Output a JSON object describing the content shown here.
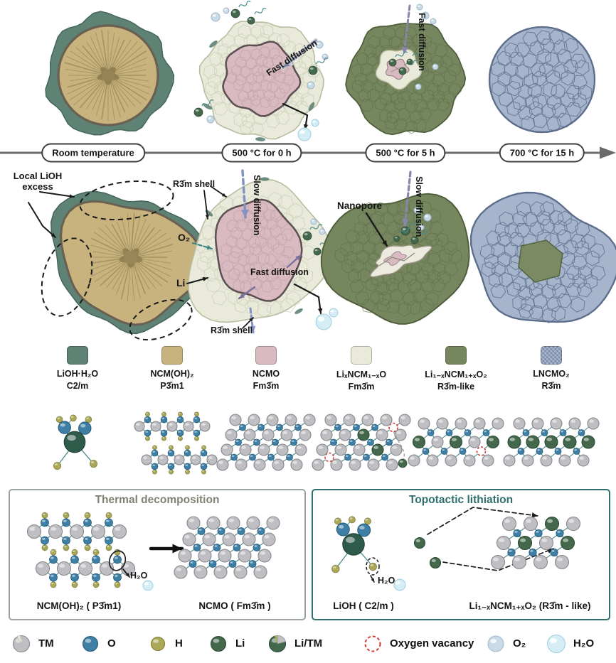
{
  "timeline": {
    "stages": [
      {
        "label": "Room temperature"
      },
      {
        "label": "500 °C for 0 h"
      },
      {
        "label": "500 °C for 5 h"
      },
      {
        "label": "700 °C for 15 h"
      }
    ]
  },
  "annotations": {
    "local_lioh_excess": "Local LiOH\nexcess",
    "fast_diffusion_stage2": "Fast diffusion",
    "fast_diffusion_stage3": "Fast diffusion",
    "r3m_shell_top": "R3̄m shell",
    "o2": "O₂",
    "li": "Li",
    "slow_diffusion_stage2": "Slow diffusion",
    "fast_diffusion_core": "Fast diffusion",
    "r3m_shell_bottom": "R3̄m shell",
    "nanopore": "Nanopore",
    "slow_diffusion_stage3": "Slow diffusion"
  },
  "legend": {
    "items": [
      {
        "name": "LiOH·H₂O",
        "space_group": "C2/m",
        "color": "#5E8274"
      },
      {
        "name": "NCM(OH)₂",
        "space_group": "P3̄m1",
        "color": "#C8B37F"
      },
      {
        "name": "NCMO",
        "space_group": "Fm3̄m",
        "color": "#D9BAC0"
      },
      {
        "name": "LiₓNCM₁₋ₓO",
        "space_group": "Fm3̄m",
        "color": "#E9EADA"
      },
      {
        "name": "Li₁₋ₓNCM₁₊ₓO₂",
        "space_group": "R3̄m-like",
        "color": "#76875F"
      },
      {
        "name": "LNCMO₂",
        "space_group": "R3̄m",
        "color": "#A6B5CC"
      }
    ]
  },
  "panels": {
    "thermal": {
      "title": "Thermal decomposition",
      "h2o_label": "H₂O",
      "reactant_label": "NCM(OH)₂ ( P3̄m1)",
      "product_label": "NCMO ( Fm3̄m )"
    },
    "topotactic": {
      "title": "Topotactic lithiation",
      "h2o_label": "H₂O",
      "reactant_label": "LiOH ( C2/m )",
      "product_label": "Li₁₋ₓNCM₁₊ₓO₂ (R3̄m - like)"
    }
  },
  "atom_legend": {
    "items": [
      {
        "label": "TM"
      },
      {
        "label": "O"
      },
      {
        "label": "H"
      },
      {
        "label": "Li"
      },
      {
        "label": "Li/TM"
      },
      {
        "label": "Oxygen vacancy"
      },
      {
        "label": "O₂"
      },
      {
        "label": "H₂O"
      }
    ]
  },
  "colors": {
    "lioh_h2o": "#5E8274",
    "ncm_oh2": "#C8B37F",
    "ncmo": "#D9BAC0",
    "lix_ncm_o": "#E9EADA",
    "li1x_ncm_o2": "#76875F",
    "lncmo2": "#A6B5CC",
    "tm_gray": "#BFBFC3",
    "o_blue": "#3E7FA6",
    "h_olive": "#ABA958",
    "li_green": "#44684C",
    "molecule_green": "#2F5B4B",
    "bond_teal": "#4E8B8C",
    "vacancy_red": "#D03A30",
    "o2_bubble": "#C9DBE7",
    "h2o_droplet": "#D5EDF5",
    "panel_thermal_border": "#9BA5A0",
    "panel_topotactic_border": "#2F6F6E",
    "thermal_title": "#7D8471",
    "topotactic_title": "#2F6F6E",
    "timeline_gray": "#6A6A6A"
  }
}
